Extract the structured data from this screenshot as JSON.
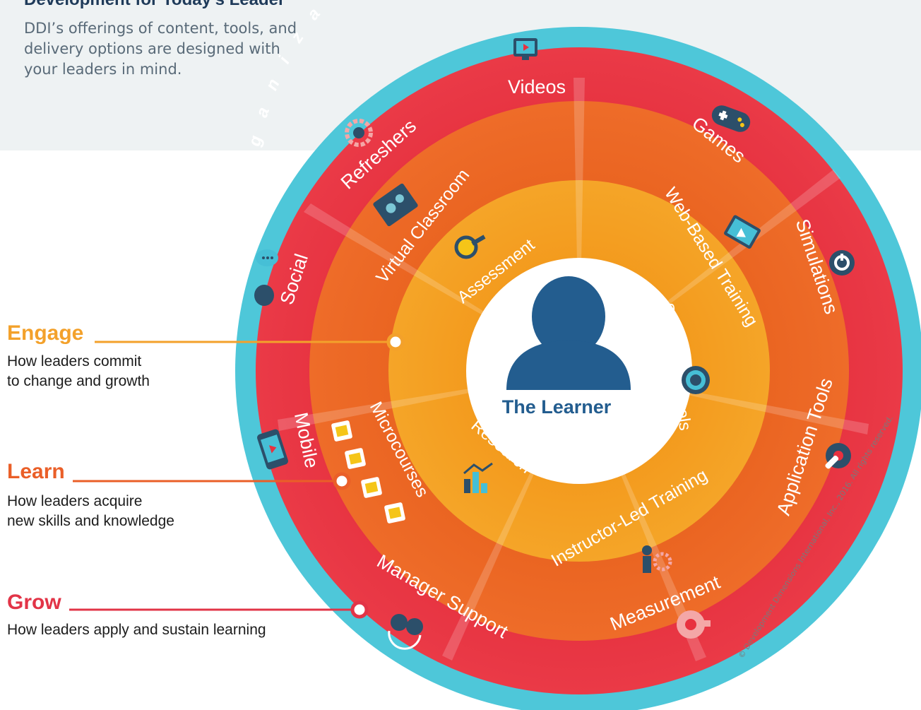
{
  "header": {
    "title": "Development for Today's Leader",
    "intro_line1": "DDI’s offerings of content, tools, and",
    "intro_line2": "delivery options are designed with",
    "intro_line3": "your leaders in mind."
  },
  "outer_ring": {
    "title": "Organizational Context"
  },
  "center": {
    "label": "The Learner",
    "icon": "person-icon"
  },
  "red_ring": {
    "items": [
      {
        "label": "Videos",
        "icon": "video-screen-icon"
      },
      {
        "label": "Games",
        "icon": "gamepad-icon"
      },
      {
        "label": "Simulations",
        "icon": "power-icon"
      },
      {
        "label": "Application Tools",
        "icon": "wrench-gear-icon"
      },
      {
        "label": "Measurement",
        "icon": "tape-measure-icon"
      },
      {
        "label": "Manager Support",
        "icon": "people-cycle-icon"
      },
      {
        "label": "Mobile",
        "icon": "mobile-phone-icon"
      },
      {
        "label": "Social",
        "icon": "chat-bird-icon"
      },
      {
        "label": "Refreshers",
        "icon": "refresh-gear-icon"
      }
    ]
  },
  "orange_ring": {
    "items": [
      {
        "label": "Web-Based Training",
        "icon": "laptop-icon"
      },
      {
        "label": "Instructor-Led Training",
        "icon": "instructor-gear-icon"
      },
      {
        "label": "Microcourses",
        "icon": "document-stack-icon"
      },
      {
        "label": "Virtual Classroom",
        "icon": "screen-meeting-icon"
      }
    ]
  },
  "inner_ring": {
    "items": [
      {
        "label": "Assessment",
        "icon": "magnifier-icon"
      },
      {
        "label": "Self-Insight Tools",
        "icon": "insight-gear-icon"
      },
      {
        "label": "Research",
        "icon": "bar-chart-icon"
      }
    ]
  },
  "sidebar": {
    "engage": {
      "title": "Engage",
      "line1": "How leaders commit",
      "line2": "to change and growth",
      "color": "#f3a12b"
    },
    "learn": {
      "title": "Learn",
      "line1": "How leaders acquire",
      "line2": "new skills and knowledge",
      "color": "#ea5f28"
    },
    "grow": {
      "title": "Grow",
      "line1": "How leaders apply and sustain learning",
      "color": "#e23447"
    }
  },
  "copyright": "© Development Dimensions International, Inc., 2016. All rights reserved.",
  "colors": {
    "teal": "#4ec7d9",
    "red": "#e8313f",
    "orange": "#ec6625",
    "light_orange": "#f4a021",
    "navy": "#235d8f"
  }
}
